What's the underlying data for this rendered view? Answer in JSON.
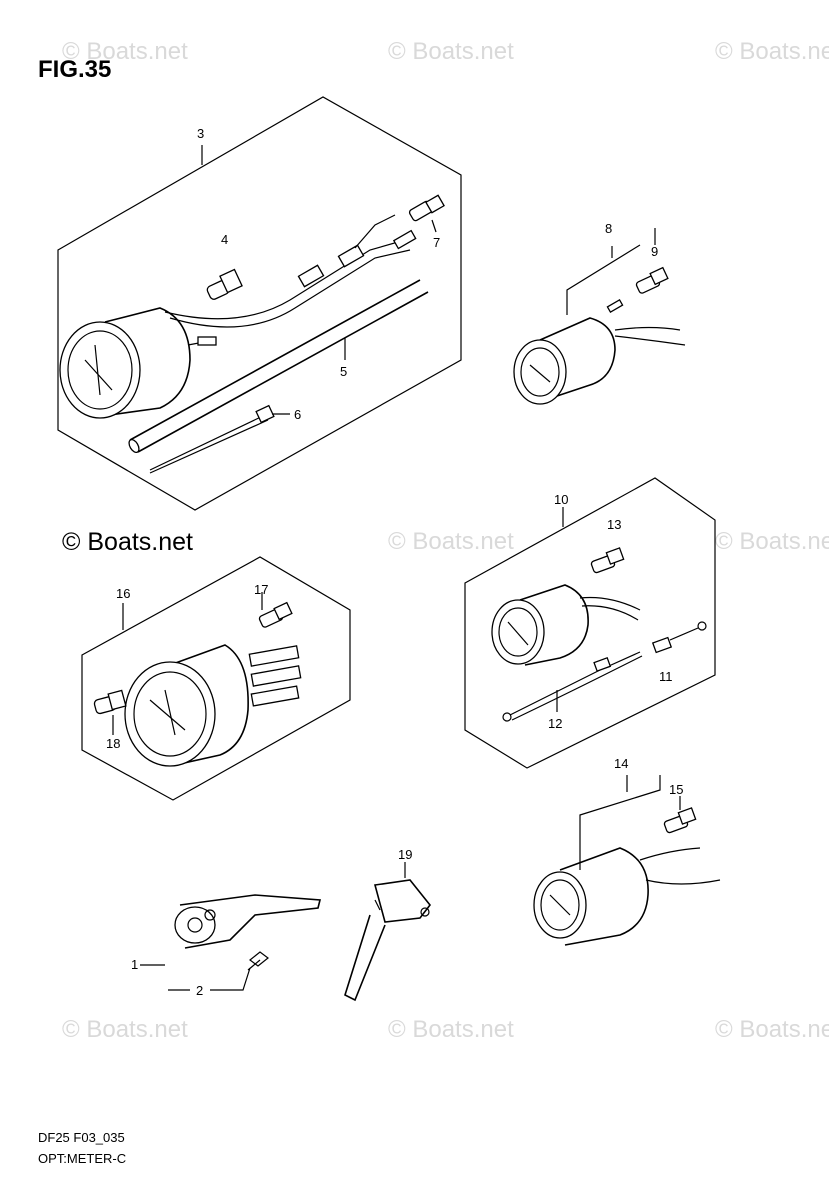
{
  "figure": {
    "title": "FIG.35"
  },
  "watermark": "© Boats.net",
  "callouts": [
    "1",
    "2",
    "3",
    "4",
    "5",
    "6",
    "7",
    "8",
    "9",
    "10",
    "11",
    "12",
    "13",
    "14",
    "15",
    "16",
    "17",
    "18",
    "19"
  ],
  "footer": {
    "model_code": "DF25 F03_035",
    "caption": "OPT:METER-C"
  }
}
